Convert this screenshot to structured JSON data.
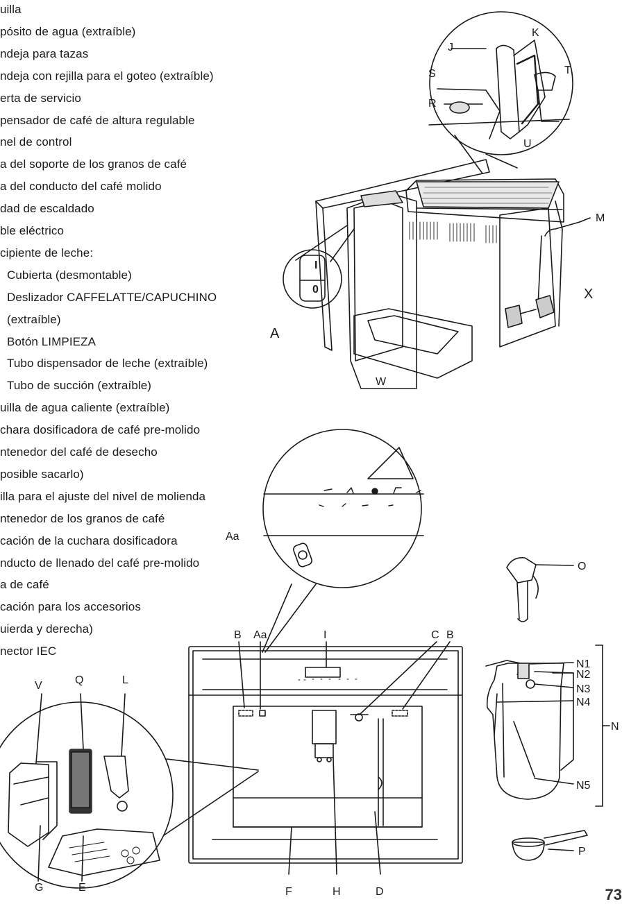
{
  "legend": [
    {
      "text": "uilla",
      "sub": false
    },
    {
      "text": "pósito de agua (extraíble)",
      "sub": false
    },
    {
      "text": "ndeja para tazas",
      "sub": false
    },
    {
      "text": "ndeja con rejilla para el goteo (extraíble)",
      "sub": false
    },
    {
      "text": "erta de servicio",
      "sub": false
    },
    {
      "text": "pensador de café de altura regulable",
      "sub": false
    },
    {
      "text": "nel de control",
      "sub": false
    },
    {
      "text": "a del soporte de los granos de café",
      "sub": false
    },
    {
      "text": "a del conducto del café molido",
      "sub": false
    },
    {
      "text": "dad de escaldado",
      "sub": false
    },
    {
      "text": "ble eléctrico",
      "sub": false
    },
    {
      "text": "cipiente de leche:",
      "sub": false
    },
    {
      "text": "Cubierta (desmontable)",
      "sub": true
    },
    {
      "text": "Deslizador CAFFELATTE/CAPUCHINO",
      "sub": true
    },
    {
      "text": "(extraíble)",
      "sub": true
    },
    {
      "text": "Botón LIMPIEZA",
      "sub": true
    },
    {
      "text": "Tubo dispensador de leche (extraíble)",
      "sub": true
    },
    {
      "text": "Tubo de succión (extraíble)",
      "sub": true
    },
    {
      "text": "uilla de agua caliente (extraíble)",
      "sub": false
    },
    {
      "text": "chara dosificadora de café pre-molido",
      "sub": false
    },
    {
      "text": "ntenedor del café de desecho",
      "sub": false
    },
    {
      "text": "posible sacarlo)",
      "sub": false
    },
    {
      "text": "illa para el ajuste del nivel de molienda",
      "sub": false
    },
    {
      "text": "ntenedor de los granos de café",
      "sub": false
    },
    {
      "text": "cación de la cuchara dosificadora",
      "sub": false
    },
    {
      "text": "nducto de llenado del café pre-molido",
      "sub": false
    },
    {
      "text": "a de café",
      "sub": false
    },
    {
      "text": "cación para los accesorios",
      "sub": false
    },
    {
      "text": "uierda y derecha)",
      "sub": false
    },
    {
      "text": "nector IEC",
      "sub": false
    }
  ],
  "labels": {
    "J": "J",
    "K": "K",
    "S": "S",
    "T": "T",
    "R": "R",
    "U": "U",
    "M": "M",
    "X": "X",
    "A": "A",
    "W": "W",
    "Aa": "Aa",
    "B": "B",
    "I": "I",
    "C": "C",
    "O": "O",
    "V": "V",
    "Q": "Q",
    "L": "L",
    "N1": "N1",
    "N2": "N2",
    "N3": "N3",
    "N4": "N4",
    "N": "N",
    "N5": "N5",
    "G": "G",
    "E": "E",
    "F": "F",
    "H": "H",
    "D": "D",
    "P": "P"
  },
  "switch": {
    "on": "I",
    "off": "0"
  },
  "page_number": "73"
}
